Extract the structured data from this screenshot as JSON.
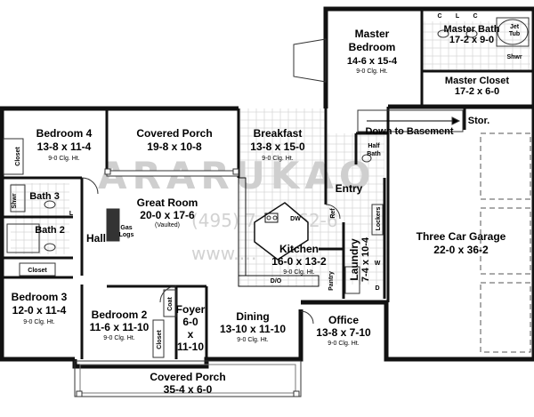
{
  "rooms": {
    "master_bedroom": {
      "name_l1": "Master",
      "name_l2": "Bedroom",
      "dims": "14-6 x 15-4",
      "clg": "9-0 Clg. Ht."
    },
    "master_bath": {
      "name": "Master Bath",
      "dims": "17-2 x 9-0"
    },
    "master_closet": {
      "name": "Master Closet",
      "dims": "17-2 x 6-0"
    },
    "bedroom4": {
      "name": "Bedroom 4",
      "dims": "13-8 x 11-4",
      "clg": "9-0 Clg. Ht."
    },
    "covered_porch_rear": {
      "name": "Covered Porch",
      "dims": "19-8 x 10-8"
    },
    "breakfast": {
      "name": "Breakfast",
      "dims": "13-8 x 15-0",
      "clg": "9-0 Clg. Ht."
    },
    "great_room": {
      "name": "Great Room",
      "dims": "20-0 x 17-6",
      "note": "(Vaulted)"
    },
    "kitchen": {
      "name": "Kitchen",
      "dims": "16-0 x 13-2",
      "clg": "9-0 Clg. Ht."
    },
    "garage": {
      "name": "Three Car Garage",
      "dims": "22-0 x 36-2"
    },
    "bedroom3": {
      "name": "Bedroom 3",
      "dims": "12-0 x 11-4",
      "clg": "9-0 Clg. Ht."
    },
    "bedroom2": {
      "name": "Bedroom 2",
      "dims": "11-6 x 11-10",
      "clg": "9-0 Clg. Ht."
    },
    "foyer": {
      "name": "Foyer",
      "d1": "6-0",
      "d2": "x",
      "d3": "11-10"
    },
    "dining": {
      "name": "Dining",
      "dims": "13-10 x 11-10",
      "clg": "9-0 Clg. Ht."
    },
    "office": {
      "name": "Office",
      "dims": "13-8 x 7-10",
      "clg": "9-0 Clg. Ht."
    },
    "laundry": {
      "name": "Laundry",
      "dims": "7-4 x 10-4"
    },
    "covered_porch_front": {
      "name": "Covered Porch",
      "dims": "35-4 x 6-0"
    }
  },
  "labels": {
    "bath3": "Bath 3",
    "bath2": "Bath 2",
    "hall": "Hall",
    "entry": "Entry",
    "half_bath_l1": "Half",
    "half_bath_l2": "Bath",
    "stor": "Stor.",
    "down_to_basement": "Down to Basement",
    "pantry": "Pantry",
    "gas_logs_l1": "Gas",
    "gas_logs_l2": "Logs",
    "closet_b4": "Closet",
    "closet_b3": "Closet",
    "closet_b2": "Closet",
    "coat": "Coat",
    "lockers": "Lockers",
    "ref": "Ref",
    "dw": "DW",
    "do": "D/O",
    "jet_tub_l1": "Jet",
    "jet_tub_l2": "Tub",
    "shwr": "Shwr",
    "shwr_bath3": "Shwr",
    "c1": "C",
    "c2": "C",
    "l1": "L",
    "l2": "L",
    "w": "W",
    "d": "D"
  },
  "watermark": {
    "main": "ARARUKAO",
    "phone": "(495) 7… …62-6",
    "site": "www.…"
  }
}
